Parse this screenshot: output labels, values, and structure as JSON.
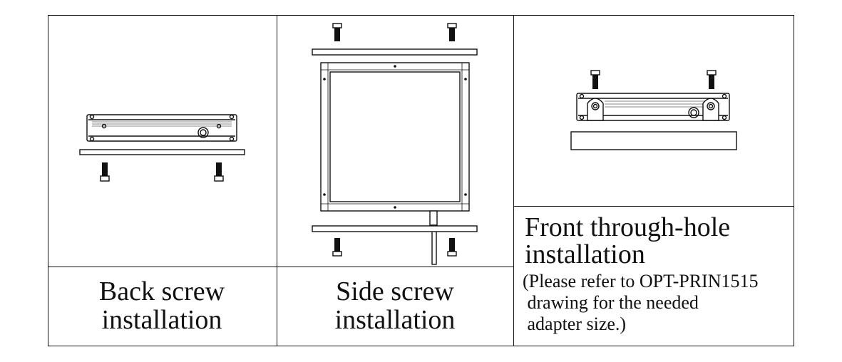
{
  "panels": {
    "back": {
      "caption_line1": "Back screw",
      "caption_line2": "installation"
    },
    "side": {
      "caption_line1": "Side screw",
      "caption_line2": "installation"
    },
    "front": {
      "title_line1": "Front through-hole",
      "title_line2": "installation",
      "note_line1": "(Please refer to OPT-PRIN1515",
      "note_line2": " drawing for the needed",
      "note_line3": " adapter size.)"
    }
  },
  "icons": [
    "hex-screw-icon",
    "bar-light-icon",
    "square-panel-light-icon",
    "mounting-plate-icon"
  ]
}
